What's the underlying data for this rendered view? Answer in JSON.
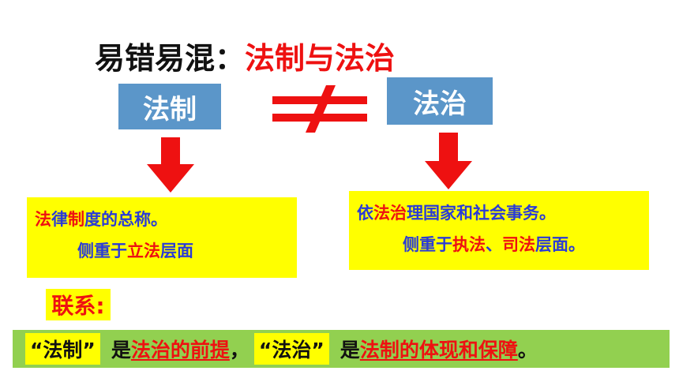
{
  "title": {
    "prefix": "易错易混：",
    "highlight": "法制与法治"
  },
  "left_box": {
    "label": "法制"
  },
  "right_box": {
    "label": "法治"
  },
  "colors": {
    "blue_box": "#5b96c9",
    "yellow": "#ffff00",
    "green": "#92d050",
    "red": "#ee1111",
    "blue_text": "#2a3bd6"
  },
  "left_def": {
    "line1": [
      {
        "t": "法",
        "c": "red"
      },
      {
        "t": "律",
        "c": "blue"
      },
      {
        "t": "制",
        "c": "red"
      },
      {
        "t": "度的总称。",
        "c": "blue"
      }
    ],
    "line2": [
      {
        "t": "侧重于",
        "c": "blue"
      },
      {
        "t": "立法",
        "c": "red"
      },
      {
        "t": "层面",
        "c": "blue"
      }
    ]
  },
  "right_def": {
    "line1": [
      {
        "t": "依",
        "c": "blue"
      },
      {
        "t": "法治",
        "c": "red"
      },
      {
        "t": "理国家和社会事务。",
        "c": "blue"
      }
    ],
    "line2": [
      {
        "t": "侧重于",
        "c": "blue"
      },
      {
        "t": "执法",
        "c": "red"
      },
      {
        "t": "、",
        "c": "blue"
      },
      {
        "t": "司法",
        "c": "red"
      },
      {
        "t": "层面。",
        "c": "blue"
      }
    ]
  },
  "link_label": "联系:",
  "summary": {
    "q1": "“法制”",
    "is1": "是",
    "part1": "法治的前提",
    "comma": "，",
    "q2": "“法治”",
    "is2": "是",
    "part2": "法制的体现和保障",
    "end": "。"
  }
}
